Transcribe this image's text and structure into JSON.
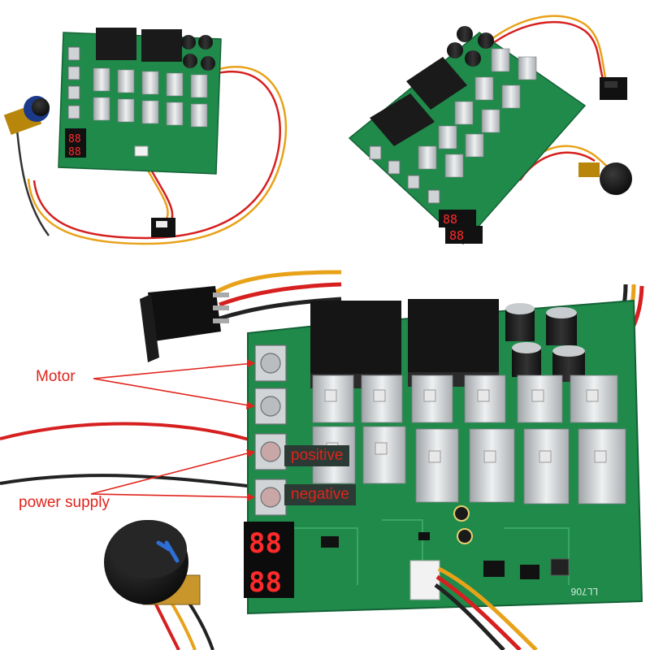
{
  "annotations": {
    "motor": "Motor",
    "positive": "positive",
    "negative": "negative",
    "power_supply": "power supply"
  },
  "colors": {
    "pcb": "#1f8a4a",
    "pcb_light": "#37a863",
    "relay": "#1a1a1a",
    "heatsink": "#c9cdd0",
    "display_digit": "#ff2a2a",
    "annotation": "#e0241c"
  },
  "display": {
    "top_left": "88",
    "top_right": "88",
    "bottom_top": "88",
    "bottom_bottom": "88"
  },
  "pcb_marking": "LL706"
}
